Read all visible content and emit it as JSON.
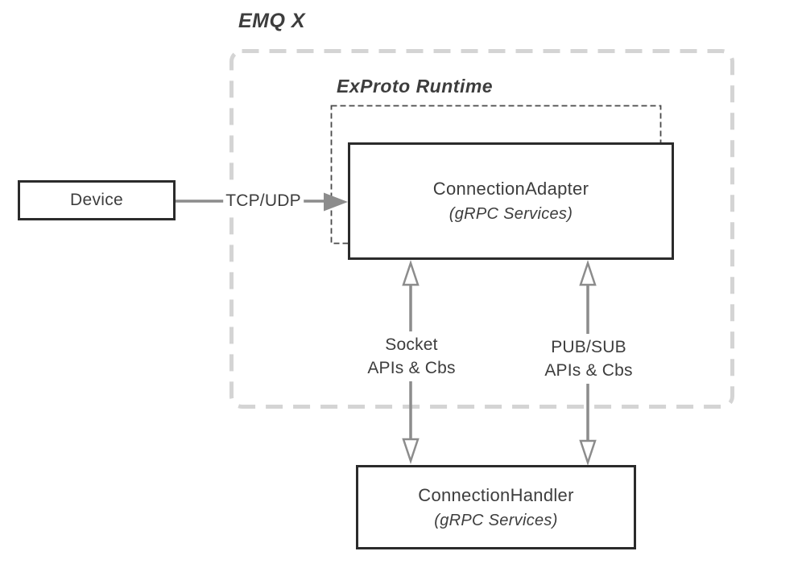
{
  "diagram": {
    "title": "EMQ X",
    "runtime_label": "ExProto Runtime",
    "nodes": {
      "device": {
        "label": "Device"
      },
      "adapter": {
        "title": "ConnectionAdapter",
        "subtitle": "(gRPC Services)"
      },
      "handler": {
        "title": "ConnectionHandler",
        "subtitle": "(gRPC Services)"
      }
    },
    "edges": {
      "tcp_udp": {
        "label": "TCP/UDP"
      },
      "socket": {
        "line1": "Socket",
        "line2": "APIs & Cbs"
      },
      "pubsub": {
        "line1": "PUB/SUB",
        "line2": "APIs & Cbs"
      }
    },
    "colors": {
      "box_border": "#2b2b2b",
      "text": "#3d3d3d",
      "arrow": "#8c8c8c",
      "outer_dash": "#d4d4d4",
      "inner_dash": "#4a4a4a",
      "background": "#ffffff"
    }
  }
}
